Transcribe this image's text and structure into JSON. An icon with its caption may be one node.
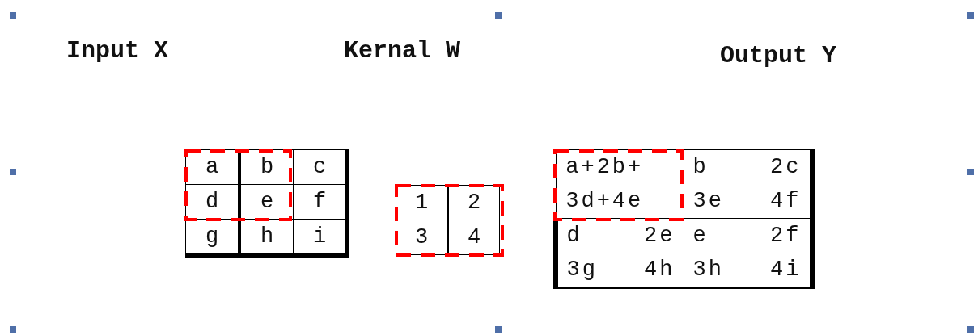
{
  "diagram": {
    "labels": [
      "Input X",
      "Kernal W",
      "Output Y",
      "a",
      "b",
      "c",
      "d",
      "e",
      "f",
      "g",
      "h",
      "i",
      "1",
      "2",
      "3",
      "4",
      "a+2b+ 3d+4e",
      "b 2c 3e 4f",
      "d 2e 3g 4h",
      "e 2f 3h 4i"
    ]
  }
}
